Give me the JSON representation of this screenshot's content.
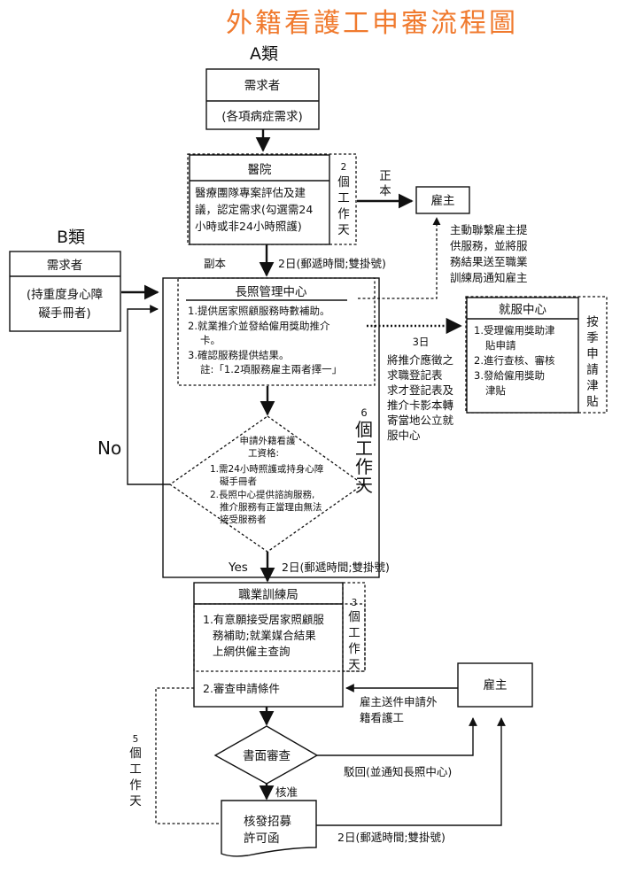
{
  "title": "外籍看護工申審流程圖",
  "category_a": "A類",
  "category_b": "B類",
  "a_requester": {
    "title": "需求者",
    "body": "(各項病症需求)"
  },
  "b_requester": {
    "title": "需求者",
    "body_lines": [
      "(持重度身心障",
      "礙手冊者)"
    ]
  },
  "hospital": {
    "title": "醫院",
    "body_lines": [
      "醫療團隊專案評估及建",
      "議，認定需求(勾選需24",
      "小時或非24小時照護)"
    ],
    "days_num": "2",
    "days_chars": [
      "個",
      "工",
      "作",
      "天"
    ]
  },
  "original_copy_label": [
    "正",
    "本"
  ],
  "duplicate_copy_label": "副本",
  "employer_top": "雇主",
  "employer_note_lines": [
    "主動聯繫雇主提",
    "供服務，並將服",
    "務結果送至職業",
    "訓練局通知雇主"
  ],
  "mail_2days_1": "2日(郵遞時間;雙掛號)",
  "ltc_center": {
    "title": "長照管理中心",
    "items": [
      "1.提供居家照顧服務時數補助。",
      "2.就業推介並發給僱用獎助推介",
      "卡。",
      "3.確認服務提供結果。",
      "註:「1.2項服務雇主兩者擇一」"
    ]
  },
  "employment_center": {
    "title": "就服中心",
    "items": [
      "1.受理僱用獎助津",
      "貼申請",
      "2.進行查核、審核",
      "3.發給僱用獎助",
      "津貼"
    ],
    "side_chars": [
      "按",
      "季",
      "申",
      "請",
      "津",
      "貼"
    ]
  },
  "transfer_note": {
    "days": "3日",
    "lines": [
      "將推介應徵之",
      "求職登記表",
      "求才登記表及",
      "推介卡影本轉",
      "寄當地公立就",
      "服中心"
    ]
  },
  "eligibility": {
    "title_lines": [
      "申請外籍看護",
      "工資格:"
    ],
    "items": [
      "1.需24小時照護或持身心障",
      "礙手冊者",
      "2.長照中心提供諮詢服務,",
      "推介服務有正當理由無法",
      "接受服務者"
    ]
  },
  "ltc_days": {
    "num": "6",
    "chars": [
      "個",
      "工",
      "作",
      "天"
    ]
  },
  "no_label": "No",
  "yes_label": "Yes",
  "mail_2days_2": "2日(郵遞時間;雙掛號)",
  "evta": {
    "title": "職業訓練局",
    "item1_lines": [
      "1.有意願接受居家照顧服",
      "務補助;就業媒合結果",
      "上網供僱主查詢"
    ],
    "item2": "2.審查申請條件",
    "days_num": "3",
    "days_chars": [
      "個",
      "工",
      "作",
      "天"
    ]
  },
  "employer_bottom": "雇主",
  "employer_submit_lines": [
    "雇主送件申請外",
    "籍看護工"
  ],
  "review": "書面審查",
  "reject_label": "駁回(並通知長照中心)",
  "approve_label": "核准",
  "permit_lines": [
    "核發招募",
    "許可函"
  ],
  "mail_2days_3": "2日(郵遞時間;雙掛號)",
  "review_days": {
    "num": "5",
    "chars": [
      "個",
      "工",
      "作",
      "天"
    ]
  }
}
